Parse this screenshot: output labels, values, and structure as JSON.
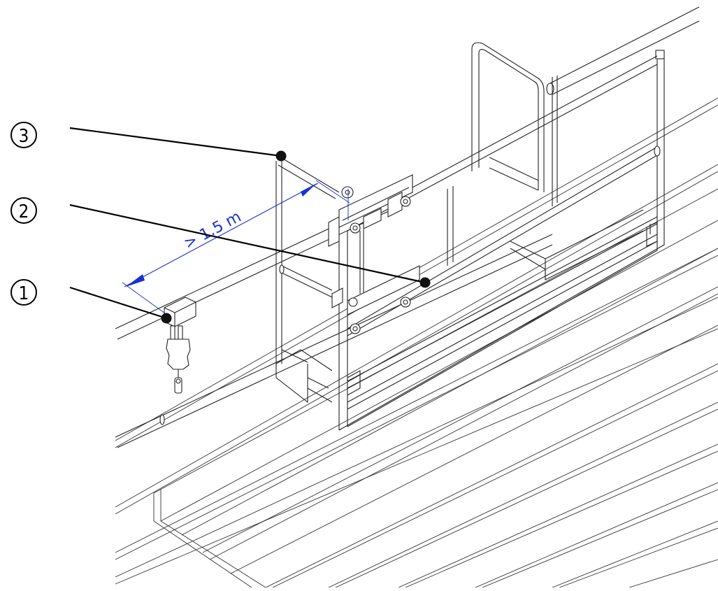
{
  "callouts": [
    {
      "number": "1",
      "name": "callout-1"
    },
    {
      "number": "2",
      "name": "callout-2"
    },
    {
      "number": "3",
      "name": "callout-3"
    }
  ],
  "dimension": {
    "label": "> 1.5 m",
    "color": "#1a2fd6"
  },
  "colors": {
    "line": "#222222",
    "leader": "#000000",
    "dimension": "#1a2fd6",
    "background": "#ffffff"
  }
}
